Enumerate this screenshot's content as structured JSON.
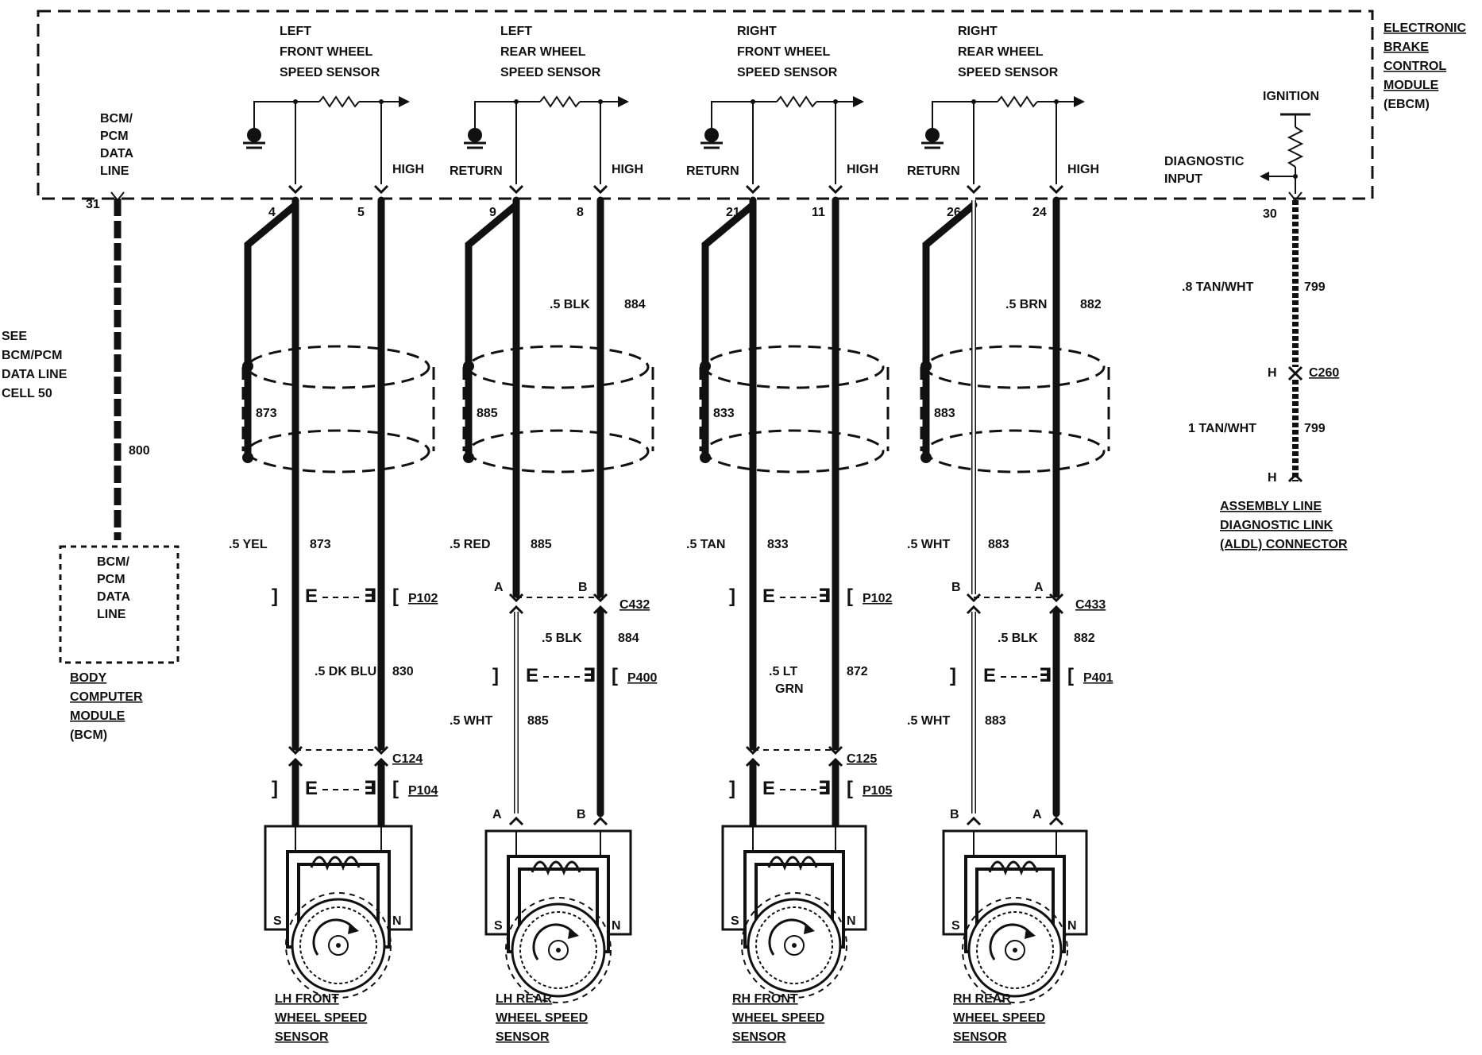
{
  "module": {
    "title_lines": [
      "ELECTRONIC",
      "BRAKE",
      "CONTROL",
      "MODULE",
      "(EBCM)"
    ],
    "bcm_pcm_lines": [
      "BCM/",
      "PCM",
      "DATA",
      "LINE"
    ],
    "ignition": "IGNITION",
    "diagnostic_input_lines": [
      "DIAGNOSTIC",
      "INPUT"
    ]
  },
  "bcm": {
    "pin": "31",
    "wire": "800",
    "see_note_lines": [
      "SEE",
      "BCM/PCM",
      "DATA LINE",
      "CELL 50"
    ],
    "box_lines": [
      "BCM/",
      "PCM",
      "DATA",
      "LINE"
    ],
    "caption_lines": [
      "BODY",
      "COMPUTER",
      "MODULE",
      "(BCM)"
    ]
  },
  "sensors": [
    {
      "top_label": [
        "LEFT",
        "FRONT WHEEL",
        "SPEED SENSOR"
      ],
      "return_label": "",
      "high_label": "HIGH",
      "pin_left": "4",
      "pin_right": "5",
      "shield_circuit": "873",
      "top_right_wire": "",
      "mid_left_wire": ".5 YEL",
      "mid_left_circuit": "873",
      "connector_1": "P102",
      "conn1_letters": [
        "",
        ""
      ],
      "lower_right_wire": ".5 DK BLU",
      "lower_right_wire2": "",
      "lower_right_circuit": "830",
      "connector_2": "",
      "lower_left_wire": "",
      "lower_left_circuit": "",
      "connector_3": "C124",
      "connector_4": "P104",
      "bottom_letters": [
        "",
        ""
      ],
      "caption": [
        "LH FRONT",
        "WHEEL SPEED",
        "SENSOR"
      ]
    },
    {
      "top_label": [
        "LEFT",
        "REAR WHEEL",
        "SPEED SENSOR"
      ],
      "return_label": "RETURN",
      "high_label": "HIGH",
      "pin_left": "9",
      "pin_right": "8",
      "shield_circuit": "885",
      "top_right_wire": ".5 BLK",
      "top_right_circuit": "884",
      "mid_left_wire": ".5 RED",
      "mid_left_circuit": "885",
      "connector_1": "C432",
      "conn1_letters": [
        "A",
        "B"
      ],
      "lower_right_wire": ".5 BLK",
      "lower_right_circuit": "884",
      "connector_2": "P400",
      "lower_left_wire": ".5 WHT",
      "lower_left_circuit": "885",
      "connector_3": "",
      "connector_4": "",
      "bottom_letters": [
        "A",
        "B"
      ],
      "caption": [
        "LH REAR",
        "WHEEL SPEED",
        "SENSOR"
      ]
    },
    {
      "top_label": [
        "RIGHT",
        "FRONT WHEEL",
        "SPEED SENSOR"
      ],
      "return_label": "RETURN",
      "high_label": "HIGH",
      "pin_left": "21",
      "pin_right": "11",
      "shield_circuit": "833",
      "top_right_wire": "",
      "mid_left_wire": ".5 TAN",
      "mid_left_circuit": "833",
      "connector_1": "P102",
      "conn1_letters": [
        "",
        ""
      ],
      "lower_right_wire": ".5 LT",
      "lower_right_wire2": "GRN",
      "lower_right_circuit": "872",
      "connector_2": "",
      "lower_left_wire": "",
      "lower_left_circuit": "",
      "connector_3": "C125",
      "connector_4": "P105",
      "bottom_letters": [
        "",
        ""
      ],
      "caption": [
        "RH FRONT",
        "WHEEL SPEED",
        "SENSOR"
      ]
    },
    {
      "top_label": [
        "RIGHT",
        "REAR WHEEL",
        "SPEED SENSOR"
      ],
      "return_label": "RETURN",
      "high_label": "HIGH",
      "pin_left": "26",
      "pin_right": "24",
      "shield_circuit": "883",
      "top_right_wire": ".5 BRN",
      "top_right_circuit": "882",
      "mid_left_wire": ".5 WHT",
      "mid_left_circuit": "883",
      "connector_1": "C433",
      "conn1_letters": [
        "B",
        "A"
      ],
      "lower_right_wire": ".5 BLK",
      "lower_right_circuit": "882",
      "connector_2": "P401",
      "lower_left_wire": ".5 WHT",
      "lower_left_circuit": "883",
      "connector_3": "",
      "connector_4": "",
      "bottom_letters": [
        "B",
        "A"
      ],
      "caption": [
        "RH REAR",
        "WHEEL SPEED",
        "SENSOR"
      ]
    }
  ],
  "aldl": {
    "pin": "30",
    "upper_wire": ".8 TAN/WHT",
    "upper_circuit": "799",
    "connector": "C260",
    "connector_letter": "H",
    "lower_wire": "1 TAN/WHT",
    "lower_circuit": "799",
    "end_letter": "H",
    "caption_lines": [
      "ASSEMBLY LINE",
      "DIAGNOSTIC LINK",
      "(ALDL) CONNECTOR"
    ]
  },
  "pole_labels": {
    "south": "S",
    "north": "N"
  }
}
